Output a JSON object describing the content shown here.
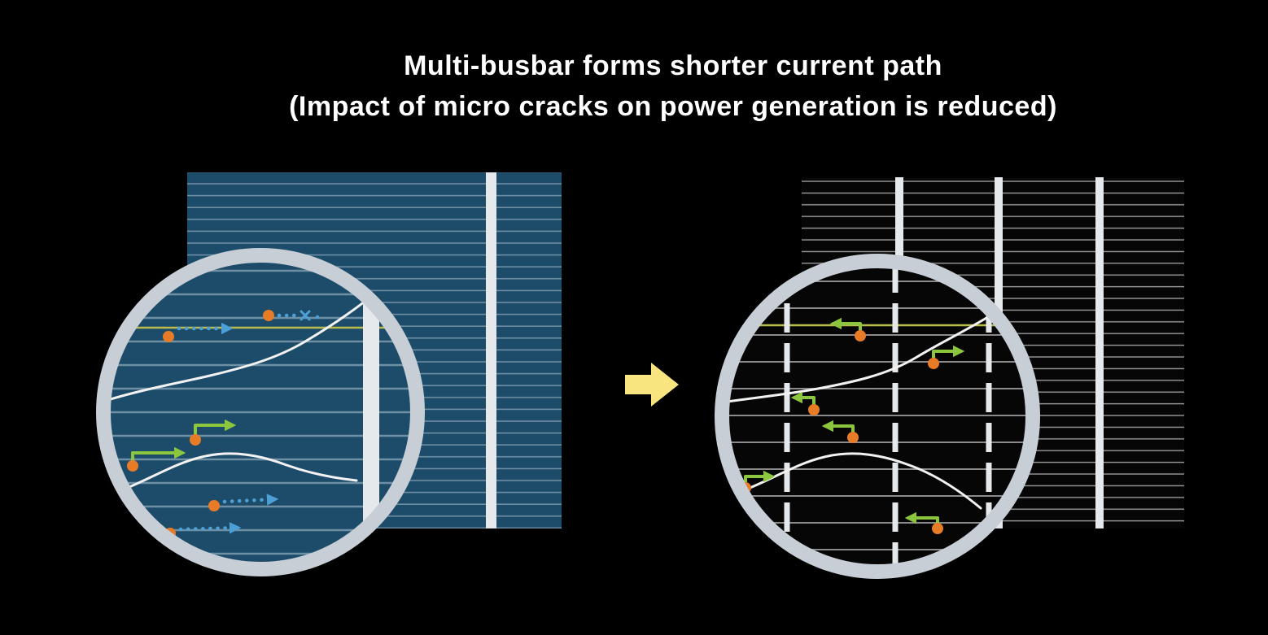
{
  "title": {
    "line1": "Multi-busbar forms shorter current path",
    "line2": "(Impact of micro cracks on power generation is reduced)"
  },
  "diagram": {
    "left_cell": {
      "label": "conventional-busbar-cell",
      "busbars_visible": 1,
      "zoom_features": [
        "micro-crack",
        "electron-dot",
        "long-current-path-blue",
        "blocked-path-x",
        "short-current-path-green",
        "highlighted-finger-yellow"
      ]
    },
    "right_cell": {
      "label": "multi-busbar-cell",
      "busbars_visible": 3,
      "zoom_features": [
        "micro-crack",
        "electron-dot",
        "short-current-path-green",
        "highlighted-finger-yellow"
      ]
    },
    "transition": {
      "icon": "right-block-arrow"
    }
  },
  "colors": {
    "background": "#000000",
    "title_text": "#ffffff",
    "cell_blue": "#1d4c6a",
    "cell_black": "#060606",
    "finger_blue": "#6f8fa4",
    "finger_gray": "#9f9f9f",
    "finger_gray_zoom": "#8b8b8b",
    "busbar_white": "#e6e9eb",
    "ring_gray": "#c7ced6",
    "crack_white": "#f2f2f2",
    "electron_orange": "#e87b26",
    "long_path_blue": "#4da0d6",
    "short_path_green": "#8cc63f",
    "highlight_yellow_line": "#b9bd4e",
    "transition_arrow_yellow": "#f8e57f"
  }
}
